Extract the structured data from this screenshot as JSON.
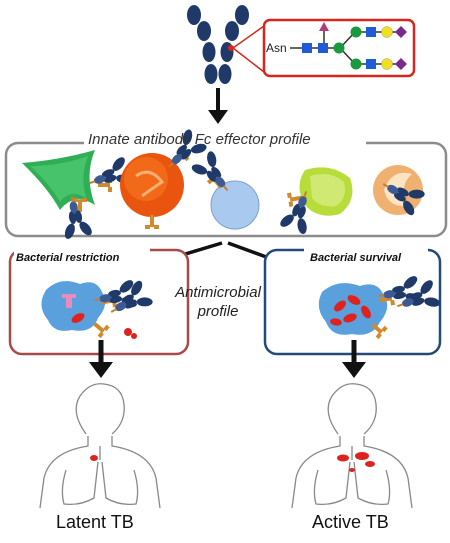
{
  "glycan": {
    "linker_label": "Asn"
  },
  "fc_panel": {
    "title": "Innate antibody Fc effector profile"
  },
  "restriction_panel": {
    "title": "Bacterial restriction"
  },
  "survival_panel": {
    "title": "Bacterial survival"
  },
  "center_label": {
    "line1": "Antimicrobial",
    "line2": "profile"
  },
  "outcomes": {
    "left": "Latent TB",
    "right": "Active TB"
  },
  "colors": {
    "antibody": "#1f3a68",
    "glycan_box": "#d7261e",
    "restriction_border": "#a84a4a",
    "survival_border": "#244a7a",
    "fc_panel_border": "#8c8c8c",
    "bacteria": "#e0221e"
  },
  "icons": [
    "antibody-icon",
    "glycan-structure-icon",
    "macrophage-icon",
    "neutrophil-icon",
    "monocyte-icon",
    "nk-cell-icon",
    "dendritic-cell-icon",
    "human-torso-icon",
    "lung-icon",
    "arrow-down-icon"
  ]
}
